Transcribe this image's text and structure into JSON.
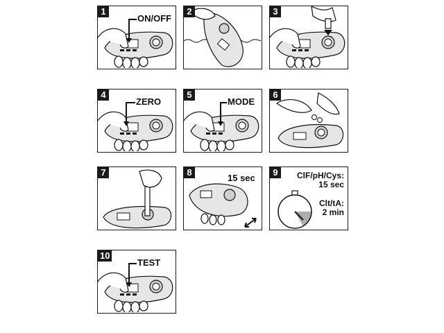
{
  "steps": [
    {
      "number": "1",
      "label": "ON/OFF"
    },
    {
      "number": "2",
      "label": ""
    },
    {
      "number": "3",
      "label": ""
    },
    {
      "number": "4",
      "label": "ZERO"
    },
    {
      "number": "5",
      "label": "MODE"
    },
    {
      "number": "6",
      "label": ""
    },
    {
      "number": "7",
      "label": ""
    },
    {
      "number": "8",
      "label": "15 sec"
    },
    {
      "number": "9",
      "label_a_line1": "ClF/pH/Cys:",
      "label_a_line2": "15 sec",
      "label_b_line1": "Clt/tA:",
      "label_b_line2": "2 min"
    },
    {
      "number": "10",
      "label": "TEST"
    }
  ],
  "colors": {
    "ink": "#1a1a1a",
    "device": "#e6e6e6",
    "skin": "#ffffff"
  }
}
